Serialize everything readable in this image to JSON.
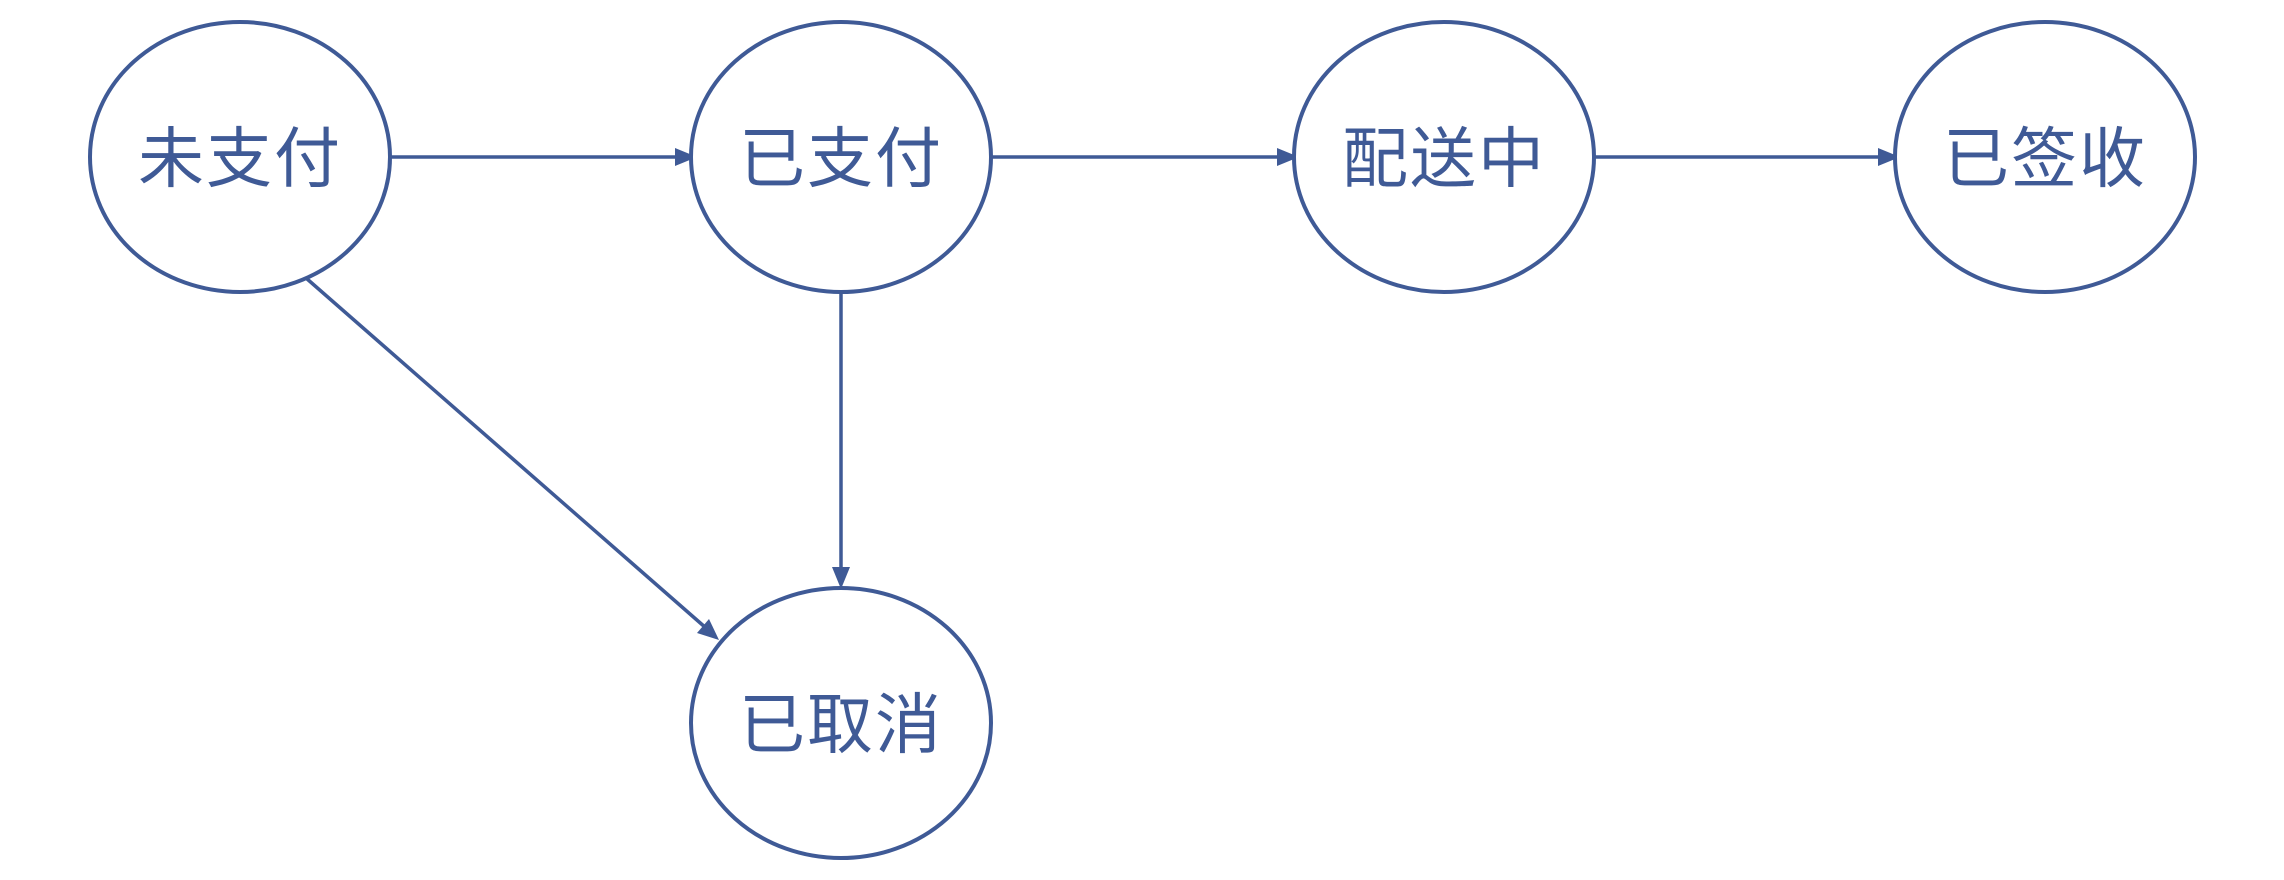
{
  "diagram": {
    "nodes": [
      {
        "id": "unpaid",
        "label": "未支付"
      },
      {
        "id": "paid",
        "label": "已支付"
      },
      {
        "id": "delivering",
        "label": "配送中"
      },
      {
        "id": "received",
        "label": "已签收"
      },
      {
        "id": "cancelled",
        "label": "已取消"
      }
    ],
    "edges": [
      {
        "from": "unpaid",
        "to": "paid"
      },
      {
        "from": "paid",
        "to": "delivering"
      },
      {
        "from": "delivering",
        "to": "received"
      },
      {
        "from": "unpaid",
        "to": "cancelled"
      },
      {
        "from": "paid",
        "to": "cancelled"
      }
    ],
    "colors": {
      "stroke": "#3f5a96",
      "text": "#3f5a96",
      "background": "#ffffff"
    }
  }
}
